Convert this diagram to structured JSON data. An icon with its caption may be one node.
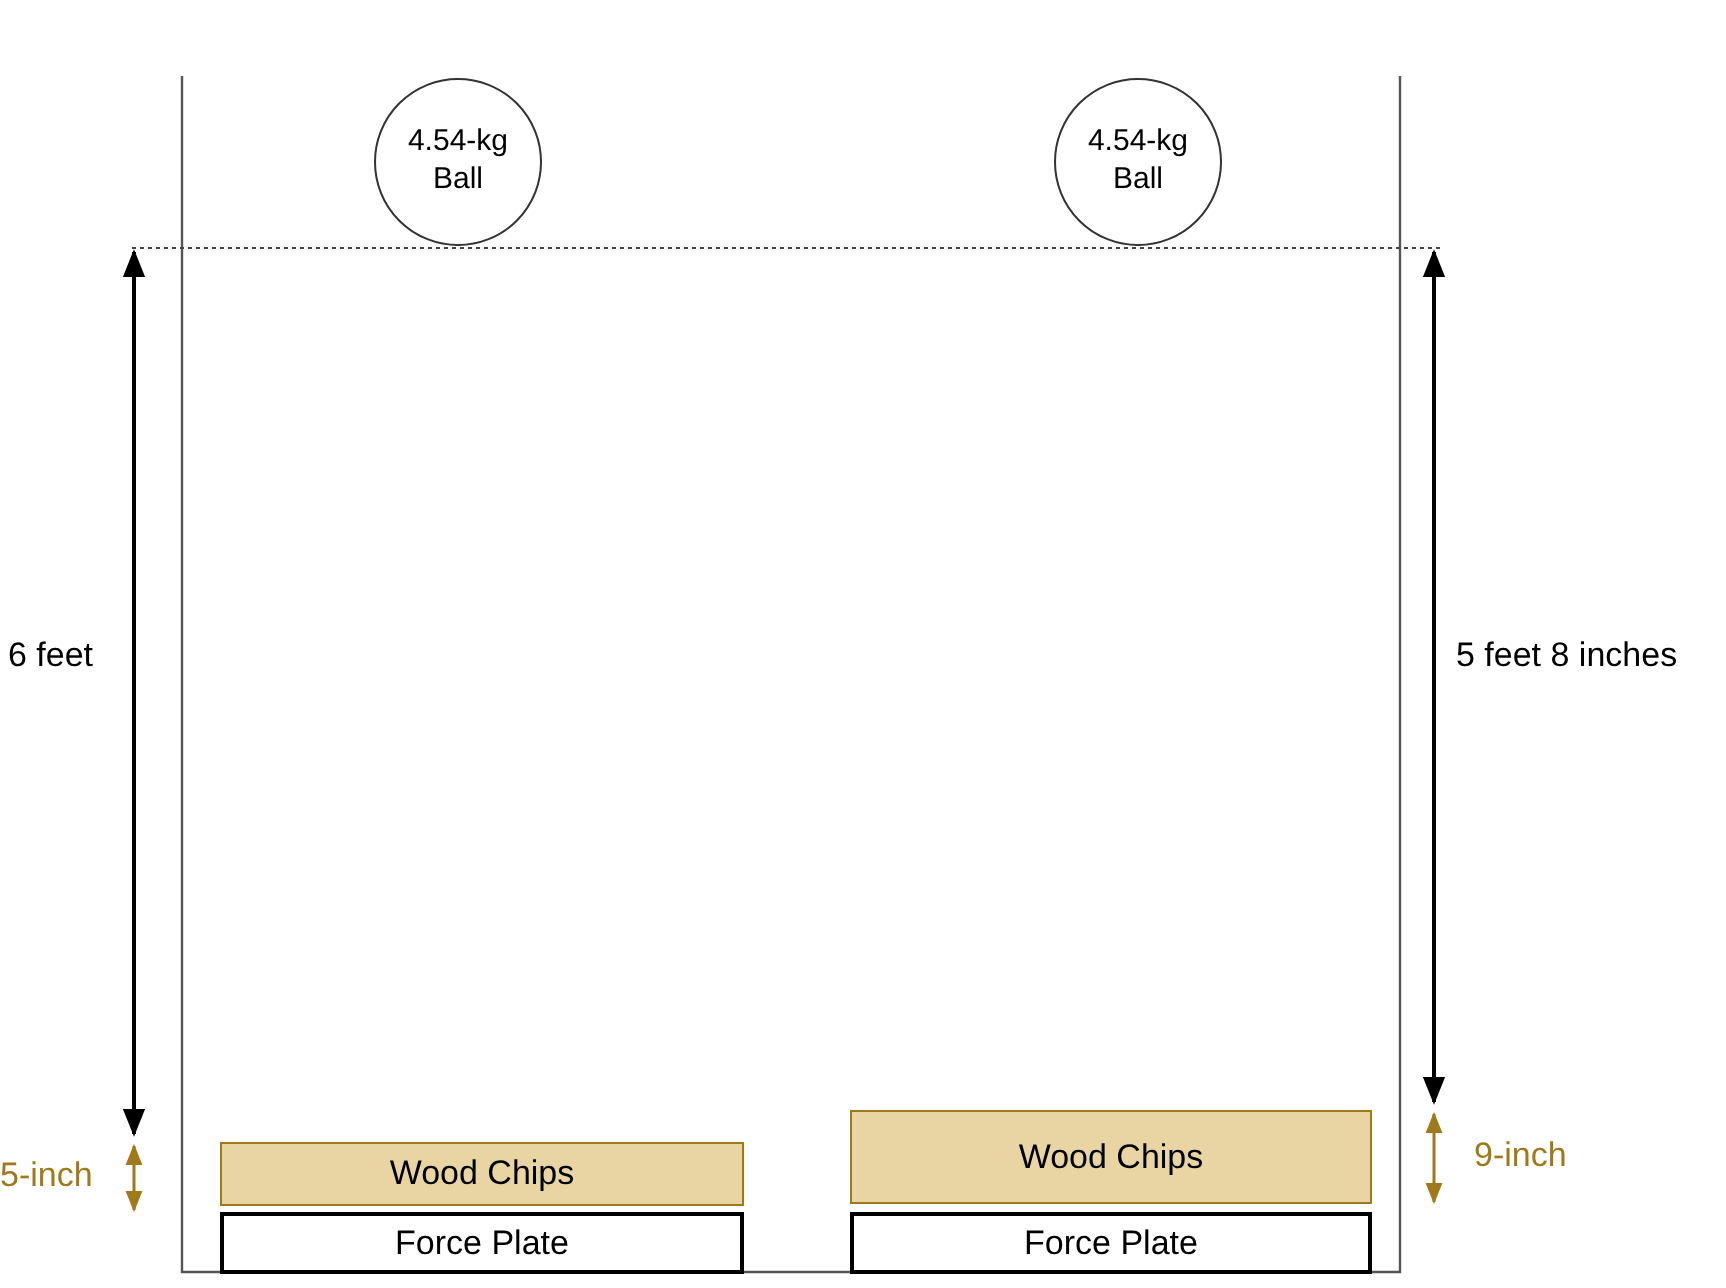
{
  "diagram": {
    "nodes": [
      {
        "text": [
          "4.54-kg Ball"
        ]
      },
      {
        "text": [
          "4.54-kg Ball"
        ]
      },
      {
        "text": [
          "Wood Chips"
        ]
      },
      {
        "text": [
          "Force Plate"
        ]
      },
      {
        "text": [
          "Wood Chips"
        ]
      },
      {
        "text": [
          "Force Plate"
        ]
      }
    ],
    "labels": [
      "6 feet",
      "5 feet 8 inches",
      "5-inch",
      "9-inch"
    ]
  }
}
